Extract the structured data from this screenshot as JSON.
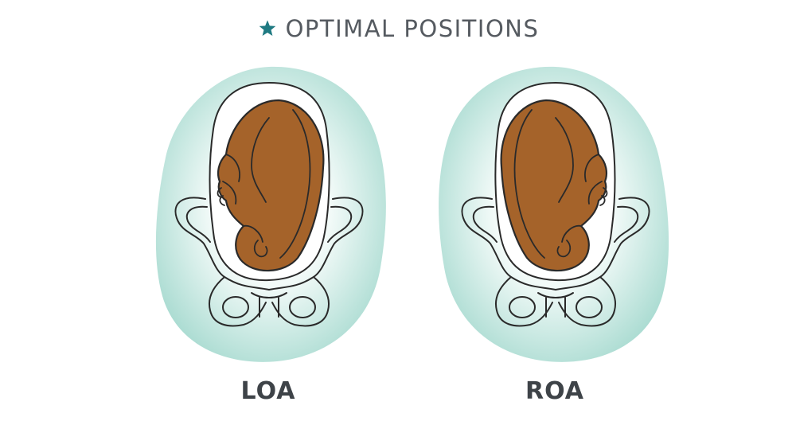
{
  "header": {
    "title": "OPTIMAL POSITIONS",
    "icon": "star-icon"
  },
  "colors": {
    "accent": "#1f7a82",
    "uterus_fill": "#b7e1d8",
    "baby_fill": "#a5632a",
    "outline": "#2a2a2a",
    "text": "#3e4348"
  },
  "positions": [
    {
      "label": "LOA",
      "icon": "fetus-illustration"
    },
    {
      "label": "ROA",
      "icon": "fetus-illustration"
    }
  ]
}
